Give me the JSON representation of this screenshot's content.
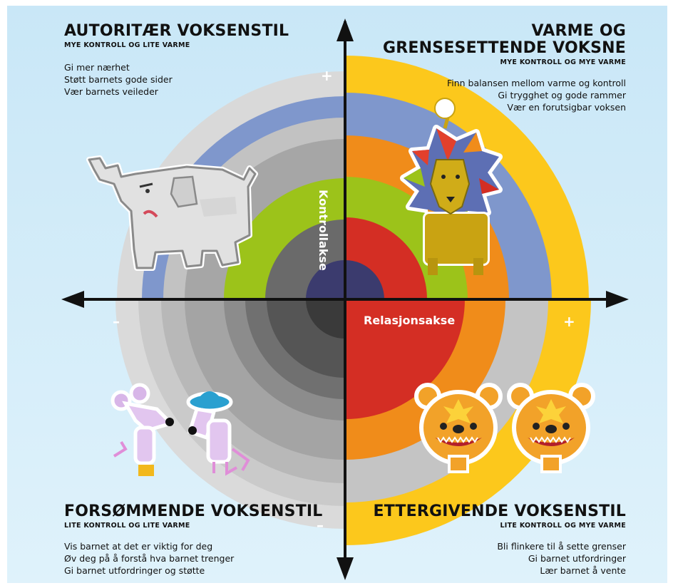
{
  "quadrants": {
    "top_left": {
      "title": "AUTORITÆR VOKSENSTIL",
      "subtitle": "MYE KONTROLL OG LITE VARME",
      "lines": [
        "Gi mer nærhet",
        "Støtt barnets gode sider",
        "Vær barnets veileder"
      ]
    },
    "top_right": {
      "title_line1": "VARME OG",
      "title_line2": "GRENSESETTENDE VOKSNE",
      "subtitle": "MYE KONTROLL OG MYE VARME",
      "lines": [
        "Finn balansen mellom varme og kontroll",
        "Gi trygghet og gode rammer",
        "Vær en forutsigbar voksen"
      ]
    },
    "bottom_left": {
      "title": "FORSØMMENDE VOKSENSTIL",
      "subtitle": "LITE KONTROLL OG LITE VARME",
      "lines": [
        "Vis barnet at det er viktig for deg",
        "Øv deg på å forstå hva barnet trenger",
        "Gi barnet utfordringer og støtte"
      ]
    },
    "bottom_right": {
      "title": "ETTERGIVENDE VOKSENSTIL",
      "subtitle": "LITE KONTROLL OG MYE VARME",
      "lines": [
        "Bli flinkere til å sette grenser",
        "Gi barnet utfordringer",
        "Lær barnet å vente"
      ]
    }
  },
  "axes": {
    "vertical_label": "Kontrollakse",
    "horizontal_label": "Relasjonsakse"
  },
  "signs": {
    "top": "+",
    "right": "+",
    "left": "–",
    "bottom": "–"
  },
  "colors": {
    "background": "#cfeaf8",
    "axis": "#111111",
    "top_left_rings": [
      "#d8d8d8",
      "#7f97cc",
      "#c0c0c0",
      "#a5a5a5",
      "#9cc31a",
      "#6a6a6a",
      "#3b3b6e"
    ],
    "top_right_rings": [
      "#fcc81c",
      "#7f97cc",
      "#f08c1a",
      "#9cc31a",
      "#d42e24",
      "#3b3b6e"
    ],
    "bottom_left_rings": [
      "#dadada",
      "#cacaca",
      "#b8b8b8",
      "#a4a4a4",
      "#8c8c8c",
      "#707070",
      "#555555",
      "#3a3a3a"
    ],
    "bottom_right_rings": [
      "#fcc81c",
      "#c4c4c4",
      "#f08c1a",
      "#d42e24"
    ]
  },
  "characters": [
    "elephant-illustration",
    "lion-illustration",
    "two-mice-illustration",
    "two-bears-illustration"
  ]
}
